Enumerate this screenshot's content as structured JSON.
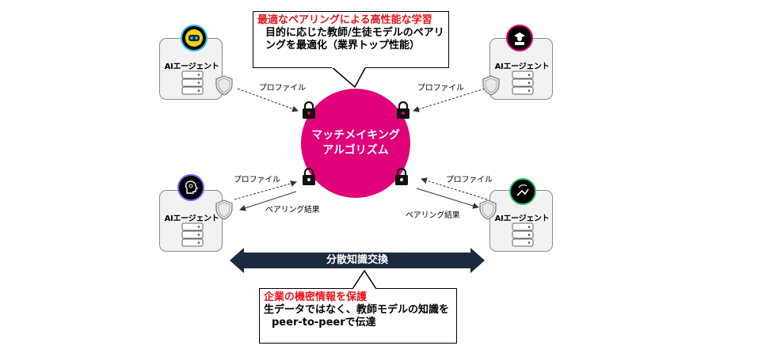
{
  "top_callout": {
    "highlight": "最適なペアリングによる高性能な学習",
    "body": "目的に応じた教師/生徒モデルのペアリングを最適化（業界トップ性能）"
  },
  "bottom_callout": {
    "highlight": "企業の機密情報を保護",
    "body": "生データではなく、教師モデルの知識をpeer-to-peerで伝達"
  },
  "center": {
    "line1": "マッチメイキング",
    "line2": "アルゴリズム",
    "color": "#e0007a"
  },
  "agents": [
    {
      "label": "AIエージェント",
      "icon": "robot-icon",
      "ring": "#28c3e8"
    },
    {
      "label": "AIエージェント",
      "icon": "teacher-icon",
      "ring": "#e0007a"
    },
    {
      "label": "AIエージェント",
      "icon": "ai-brain-icon",
      "ring": "#7b5cff"
    },
    {
      "label": "AIエージェント",
      "icon": "hand-signal-icon",
      "ring": "#22c55e"
    }
  ],
  "labels": {
    "profile": "プロファイル",
    "pairing_result": "ペアリング結果"
  },
  "exchange_arrow": {
    "label": "分散知識交換",
    "color": "#1b2a3e"
  }
}
